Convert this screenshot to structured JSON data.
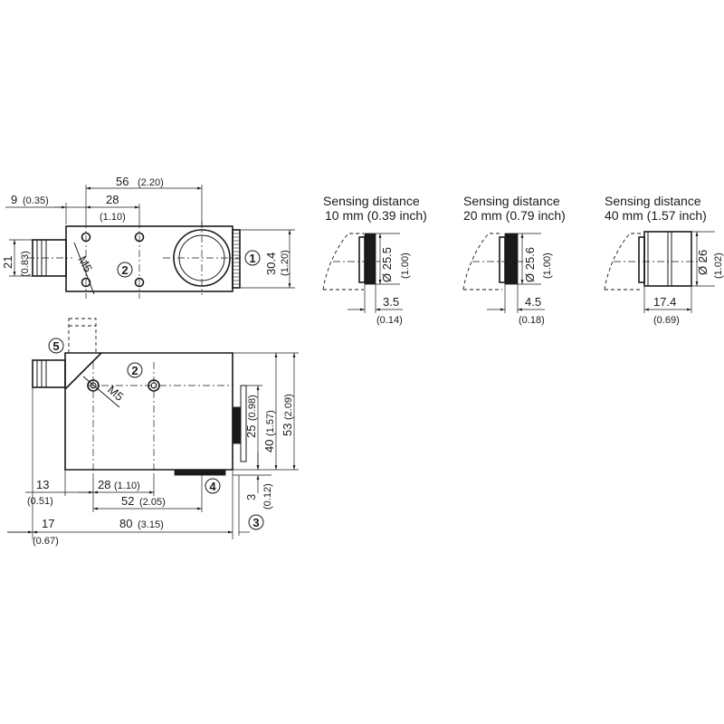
{
  "top_view": {
    "dim_56": "56",
    "dim_56_in": "(2.20)",
    "dim_9": "9",
    "dim_9_in": "(0.35)",
    "dim_28": "28",
    "dim_28_in": "(1.10)",
    "dim_21": "21",
    "dim_21_in": "(0.83)",
    "dim_30_4": "30.4",
    "dim_30_4_in": "(1.20)",
    "thread": "M5",
    "callout_1": "1",
    "callout_2": "2"
  },
  "front_view": {
    "thread": "M5",
    "callout_2": "2",
    "callout_3": "3",
    "callout_4": "4",
    "callout_5": "5",
    "dim_25": "25",
    "dim_25_in": "(0.98)",
    "dim_40": "40",
    "dim_40_in": "(1.57)",
    "dim_53": "53",
    "dim_53_in": "(2.09)",
    "dim_13": "13",
    "dim_13_in": "(0.51)",
    "dim_28": "28",
    "dim_28_in": "(1.10)",
    "dim_52": "52",
    "dim_52_in": "(2.05)",
    "dim_17": "17",
    "dim_17_in": "(0.67)",
    "dim_80": "80",
    "dim_80_in": "(3.15)",
    "dim_3": "3",
    "dim_3_in": "(0.12)"
  },
  "sensing_variants": [
    {
      "title": "Sensing distance",
      "subtitle": "10 mm (0.39 inch)",
      "diameter": "Ø 25.5",
      "diameter_in": "(1.00)",
      "length": "3.5",
      "length_in": "(0.14)"
    },
    {
      "title": "Sensing distance",
      "subtitle": "20 mm (0.79 inch)",
      "diameter": "Ø 25.6",
      "diameter_in": "(1.00)",
      "length": "4.5",
      "length_in": "(0.18)"
    },
    {
      "title": "Sensing distance",
      "subtitle": "40 mm (1.57 inch)",
      "diameter": "Ø 26",
      "diameter_in": "(1.02)",
      "length": "17.4",
      "length_in": "(0.69)"
    }
  ]
}
